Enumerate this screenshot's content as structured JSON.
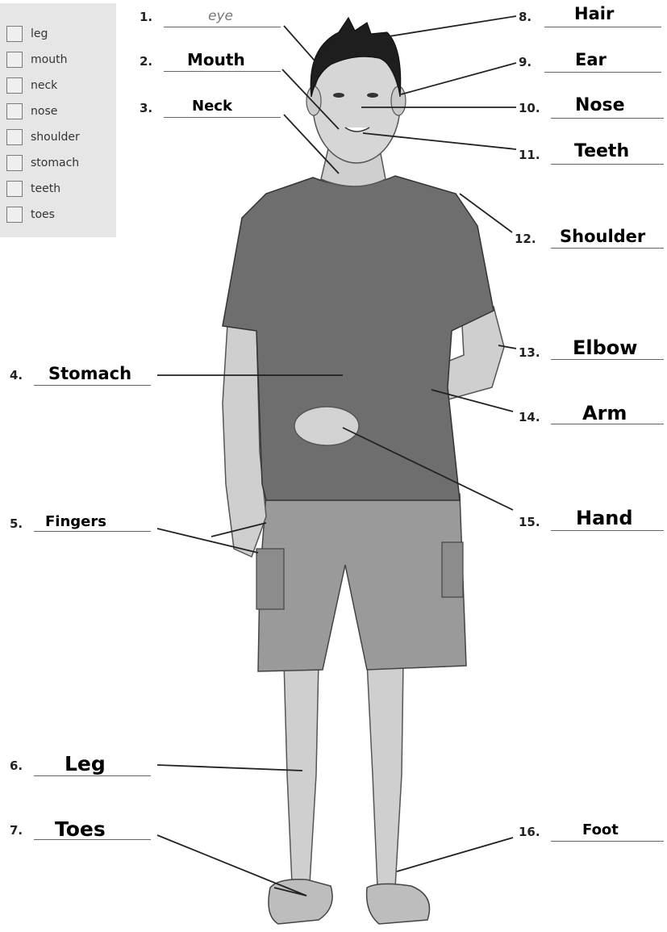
{
  "word_box": {
    "items": [
      "leg",
      "mouth",
      "neck",
      "nose",
      "shoulder",
      "stomach",
      "teeth",
      "toes"
    ]
  },
  "labels": {
    "l1": {
      "num": "1.",
      "text": "eye"
    },
    "l2": {
      "num": "2.",
      "text": "Mouth"
    },
    "l3": {
      "num": "3.",
      "text": "Neck"
    },
    "l4": {
      "num": "4.",
      "text": "Stomach"
    },
    "l5": {
      "num": "5.",
      "text": "Fingers"
    },
    "l6": {
      "num": "6.",
      "text": "Leg"
    },
    "l7": {
      "num": "7.",
      "text": "Toes"
    },
    "l8": {
      "num": "8.",
      "text": "Hair"
    },
    "l9": {
      "num": "9.",
      "text": "Ear"
    },
    "l10": {
      "num": "10.",
      "text": "Nose"
    },
    "l11": {
      "num": "11.",
      "text": "Teeth"
    },
    "l12": {
      "num": "12.",
      "text": "Shoulder"
    },
    "l13": {
      "num": "13.",
      "text": "Elbow"
    },
    "l14": {
      "num": "14.",
      "text": "Arm"
    },
    "l15": {
      "num": "15.",
      "text": "Hand"
    },
    "l16": {
      "num": "16.",
      "text": "Foot"
    }
  }
}
